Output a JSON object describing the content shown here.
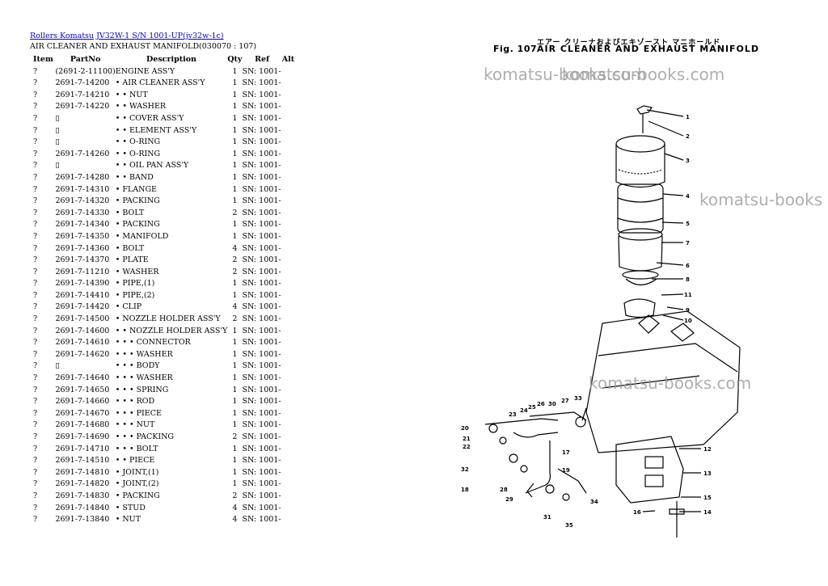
{
  "breadcrumb": {
    "link1": "Rollers Komatsu",
    "link2": "JV32W-1 S/N 1001-UP(jv32w-1c)"
  },
  "page_title": "AIR CLEANER AND EXHAUST MANIFOLD(030070 : 107)",
  "table": {
    "headers": {
      "item": "Item",
      "partno": "PartNo",
      "description": "Description",
      "qty": "Qty",
      "ref": "Ref",
      "alt": "Alt"
    },
    "rows": [
      {
        "item": "?",
        "partno": "(2691-2-11100)",
        "description": "ENGINE ASS'Y",
        "qty": "1",
        "ref": "SN: 1001-"
      },
      {
        "item": "?",
        "partno": "2691-7-14200",
        "description": "• AIR CLEANER ASS'Y",
        "qty": "1",
        "ref": "SN: 1001-"
      },
      {
        "item": "?",
        "partno": "2691-7-14210",
        "description": "• • NUT",
        "qty": "1",
        "ref": "SN: 1001-"
      },
      {
        "item": "?",
        "partno": "2691-7-14220",
        "description": "• • WASHER",
        "qty": "1",
        "ref": "SN: 1001-"
      },
      {
        "item": "?",
        "partno": "▯",
        "description": "• • COVER ASS'Y",
        "qty": "1",
        "ref": "SN: 1001-"
      },
      {
        "item": "?",
        "partno": "▯",
        "description": "• • ELEMENT ASS'Y",
        "qty": "1",
        "ref": "SN: 1001-"
      },
      {
        "item": "?",
        "partno": "▯",
        "description": "• • O-RING",
        "qty": "1",
        "ref": "SN: 1001-"
      },
      {
        "item": "?",
        "partno": "2691-7-14260",
        "description": "• • O-RING",
        "qty": "1",
        "ref": "SN: 1001-"
      },
      {
        "item": "?",
        "partno": "▯",
        "description": "• • OIL PAN ASS'Y",
        "qty": "1",
        "ref": "SN: 1001-"
      },
      {
        "item": "?",
        "partno": "2691-7-14280",
        "description": "• • BAND",
        "qty": "1",
        "ref": "SN: 1001-"
      },
      {
        "item": "?",
        "partno": "2691-7-14310",
        "description": "• FLANGE",
        "qty": "1",
        "ref": "SN: 1001-"
      },
      {
        "item": "?",
        "partno": "2691-7-14320",
        "description": "• PACKING",
        "qty": "1",
        "ref": "SN: 1001-"
      },
      {
        "item": "?",
        "partno": "2691-7-14330",
        "description": "• BOLT",
        "qty": "2",
        "ref": "SN: 1001-"
      },
      {
        "item": "?",
        "partno": "2691-7-14340",
        "description": "• PACKING",
        "qty": "1",
        "ref": "SN: 1001-"
      },
      {
        "item": "?",
        "partno": "2691-7-14350",
        "description": "• MANIFOLD",
        "qty": "1",
        "ref": "SN: 1001-"
      },
      {
        "item": "?",
        "partno": "2691-7-14360",
        "description": "• BOLT",
        "qty": "4",
        "ref": "SN: 1001-"
      },
      {
        "item": "?",
        "partno": "2691-7-14370",
        "description": "• PLATE",
        "qty": "2",
        "ref": "SN: 1001-"
      },
      {
        "item": "?",
        "partno": "2691-7-11210",
        "description": "• WASHER",
        "qty": "2",
        "ref": "SN: 1001-"
      },
      {
        "item": "?",
        "partno": "2691-7-14390",
        "description": "• PIPE,(1)",
        "qty": "1",
        "ref": "SN: 1001-"
      },
      {
        "item": "?",
        "partno": "2691-7-14410",
        "description": "• PIPE,(2)",
        "qty": "1",
        "ref": "SN: 1001-"
      },
      {
        "item": "?",
        "partno": "2691-7-14420",
        "description": "• CLIP",
        "qty": "4",
        "ref": "SN: 1001-"
      },
      {
        "item": "?",
        "partno": "2691-7-14500",
        "description": "• NOZZLE HOLDER ASS'Y",
        "qty": "2",
        "ref": "SN: 1001-"
      },
      {
        "item": "?",
        "partno": "2691-7-14600",
        "description": "• • NOZZLE HOLDER ASS'Y",
        "qty": "1",
        "ref": "SN: 1001-"
      },
      {
        "item": "?",
        "partno": "2691-7-14610",
        "description": "• • • CONNECTOR",
        "qty": "1",
        "ref": "SN: 1001-"
      },
      {
        "item": "?",
        "partno": "2691-7-14620",
        "description": "• • • WASHER",
        "qty": "1",
        "ref": "SN: 1001-"
      },
      {
        "item": "?",
        "partno": "▯",
        "description": "• • • BODY",
        "qty": "1",
        "ref": "SN: 1001-"
      },
      {
        "item": "?",
        "partno": "2691-7-14640",
        "description": "• • • WASHER",
        "qty": "1",
        "ref": "SN: 1001-"
      },
      {
        "item": "?",
        "partno": "2691-7-14650",
        "description": "• • • SPRING",
        "qty": "1",
        "ref": "SN: 1001-"
      },
      {
        "item": "?",
        "partno": "2691-7-14660",
        "description": "• • • ROD",
        "qty": "1",
        "ref": "SN: 1001-"
      },
      {
        "item": "?",
        "partno": "2691-7-14670",
        "description": "• • • PIECE",
        "qty": "1",
        "ref": "SN: 1001-"
      },
      {
        "item": "?",
        "partno": "2691-7-14680",
        "description": "• • • NUT",
        "qty": "1",
        "ref": "SN: 1001-"
      },
      {
        "item": "?",
        "partno": "2691-7-14690",
        "description": "• • • PACKING",
        "qty": "2",
        "ref": "SN: 1001-"
      },
      {
        "item": "?",
        "partno": "2691-7-14710",
        "description": "• • • BOLT",
        "qty": "1",
        "ref": "SN: 1001-"
      },
      {
        "item": "?",
        "partno": "2691-7-14510",
        "description": "• • PIECE",
        "qty": "1",
        "ref": "SN: 1001-"
      },
      {
        "item": "?",
        "partno": "2691-7-14810",
        "description": "• JOINT,(1)",
        "qty": "1",
        "ref": "SN: 1001-"
      },
      {
        "item": "?",
        "partno": "2691-7-14820",
        "description": "• JOINT,(2)",
        "qty": "1",
        "ref": "SN: 1001-"
      },
      {
        "item": "?",
        "partno": "2691-7-14830",
        "description": "• PACKING",
        "qty": "2",
        "ref": "SN: 1001-"
      },
      {
        "item": "?",
        "partno": "2691-7-14840",
        "description": "• STUD",
        "qty": "4",
        "ref": "SN: 1001-"
      },
      {
        "item": "?",
        "partno": "2691-7-13840",
        "description": "• NUT",
        "qty": "4",
        "ref": "SN: 1001-"
      }
    ]
  },
  "figure": {
    "jp_title": "エアー クリーナおよびエキゾースト マニホールド",
    "label": "Fig. 107",
    "title": "AIR CLEANER AND EXHAUST MANIFOLD",
    "watermark": "komatsu-books.com",
    "watermark_overlap": "komatsu-books.com",
    "watermark_cut": "komatsu-books",
    "callouts": [
      "1",
      "2",
      "3",
      "4",
      "5",
      "7",
      "6",
      "8",
      "11",
      "9",
      "10",
      "12",
      "13",
      "15",
      "14",
      "16",
      "17",
      "18",
      "19",
      "20",
      "21",
      "22",
      "23",
      "24",
      "25",
      "26",
      "27",
      "28",
      "29",
      "30",
      "31",
      "32",
      "33",
      "34",
      "35"
    ]
  }
}
